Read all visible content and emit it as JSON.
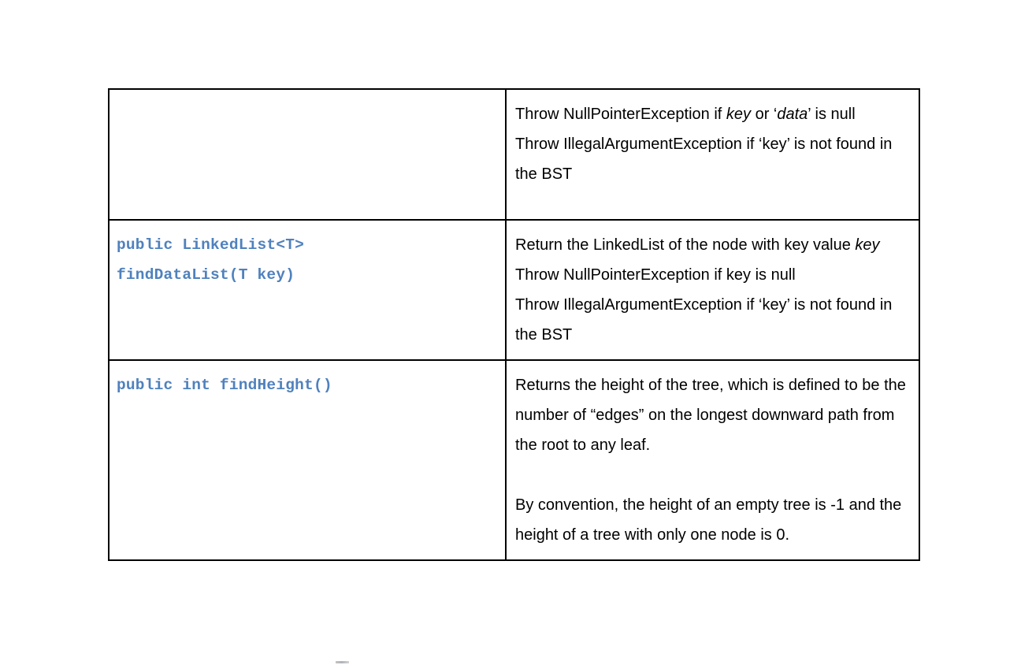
{
  "document": {
    "type": "specification-table",
    "background_color": "#ffffff",
    "border_color": "#000000",
    "code_color": "#4f81bd",
    "text_color": "#000000"
  },
  "table": {
    "rows": [
      {
        "signature": "",
        "description": {
          "lines": [
            {
              "segments": [
                {
                  "text": "Throw NullPointerException if ",
                  "style": "normal"
                },
                {
                  "text": "key",
                  "style": "italic"
                },
                {
                  "text": " or ‘",
                  "style": "normal"
                },
                {
                  "text": "data",
                  "style": "italic"
                },
                {
                  "text": "’ is null",
                  "style": "normal"
                }
              ]
            },
            {
              "segments": [
                {
                  "text": "Throw IllegalArgumentException if ‘key’ is not found in the BST",
                  "style": "normal"
                }
              ]
            }
          ]
        }
      },
      {
        "signature": "public LinkedList<T>\nfindDataList(T key)",
        "description": {
          "lines": [
            {
              "segments": [
                {
                  "text": "Return the LinkedList of the node with key value ",
                  "style": "normal"
                },
                {
                  "text": "key",
                  "style": "italic"
                }
              ]
            },
            {
              "segments": [
                {
                  "text": "Throw NullPointerException if key is null",
                  "style": "normal"
                }
              ]
            },
            {
              "segments": [
                {
                  "text": "Throw IllegalArgumentException if ‘key’ is not found in the BST",
                  "style": "normal"
                }
              ]
            }
          ]
        }
      },
      {
        "signature": "public int findHeight()",
        "description": {
          "lines": [
            {
              "segments": [
                {
                  "text": "Returns the height of the tree, which is defined to be the number of “edges” on the longest downward path from the root to any leaf.",
                  "style": "normal"
                }
              ]
            },
            {
              "gap_before": true,
              "segments": [
                {
                  "text": "By convention, the height of an empty tree is -1 and the height of a tree with only one node is 0.",
                  "style": "normal"
                }
              ]
            }
          ]
        }
      }
    ]
  }
}
